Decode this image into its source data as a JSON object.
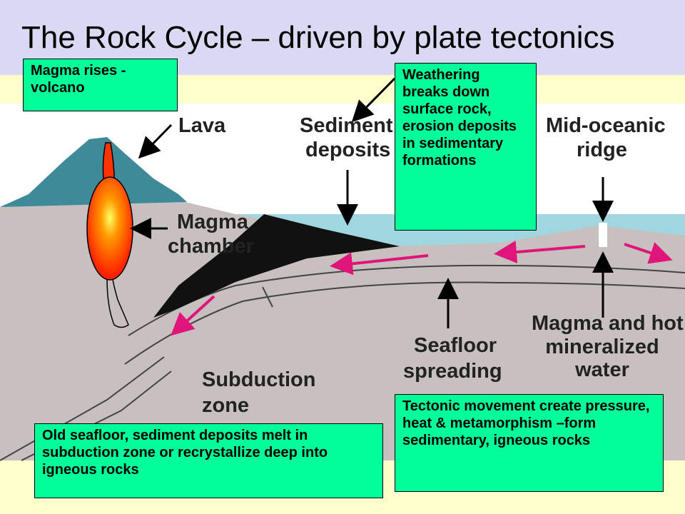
{
  "title": "The Rock Cycle – driven by plate tectonics",
  "callouts": {
    "magma_rises": "Magma rises - volcano",
    "weathering": "Weathering breaks down surface rock, erosion deposits in sedimentary formations",
    "old_seafloor": "Old seafloor, sediment deposits melt in subduction zone or recrystallize deep into igneous rocks",
    "tectonic": "Tectonic movement create pressure, heat & metamorphism –form sedimentary, igneous rocks"
  },
  "labels": {
    "lava": "Lava",
    "sediment_deposits_1": "Sediment",
    "sediment_deposits_2": "deposits",
    "mid_oceanic_1": "Mid-oceanic",
    "mid_oceanic_2": "ridge",
    "magma_chamber_1": "Magma",
    "magma_chamber_2": "chamber",
    "magma_hot_1": "Magma and hot",
    "magma_hot_2": "mineralized water",
    "seafloor_1": "Seafloor",
    "seafloor_2": "spreading",
    "subduction_1": "Subduction",
    "subduction_2": "zone"
  },
  "colors": {
    "title_band": "#d9d9f3",
    "cream": "#ffffcc",
    "callout": "#00ff99",
    "rock": "#c8c0bf",
    "volcano": "#3f8a99",
    "ocean": "#9fd6e0",
    "magma": "#ff3300",
    "sediment": "#111111",
    "arrow_magenta": "#e0157a"
  }
}
